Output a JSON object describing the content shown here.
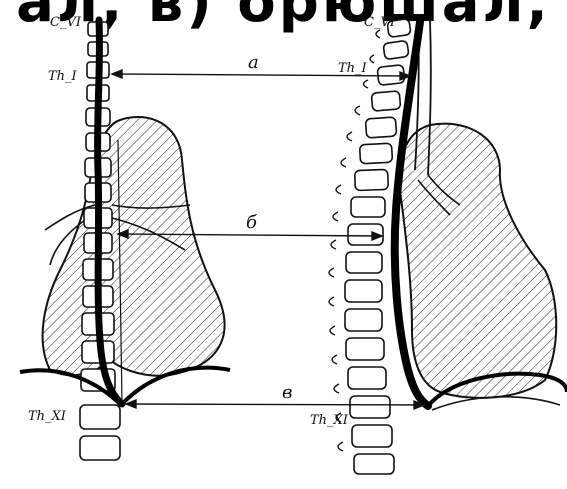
{
  "banner_text": "ал, в) орюшал,",
  "labels": {
    "cvi_left": "C_VI",
    "th1_left": "Th_I",
    "thxi_left": "Th_XI",
    "cvi_right": "C_VI",
    "th1_right": "Th_I",
    "thxi_right": "Th_XI",
    "arrow_a": "a",
    "arrow_b": "б",
    "arrow_c": "в"
  }
}
